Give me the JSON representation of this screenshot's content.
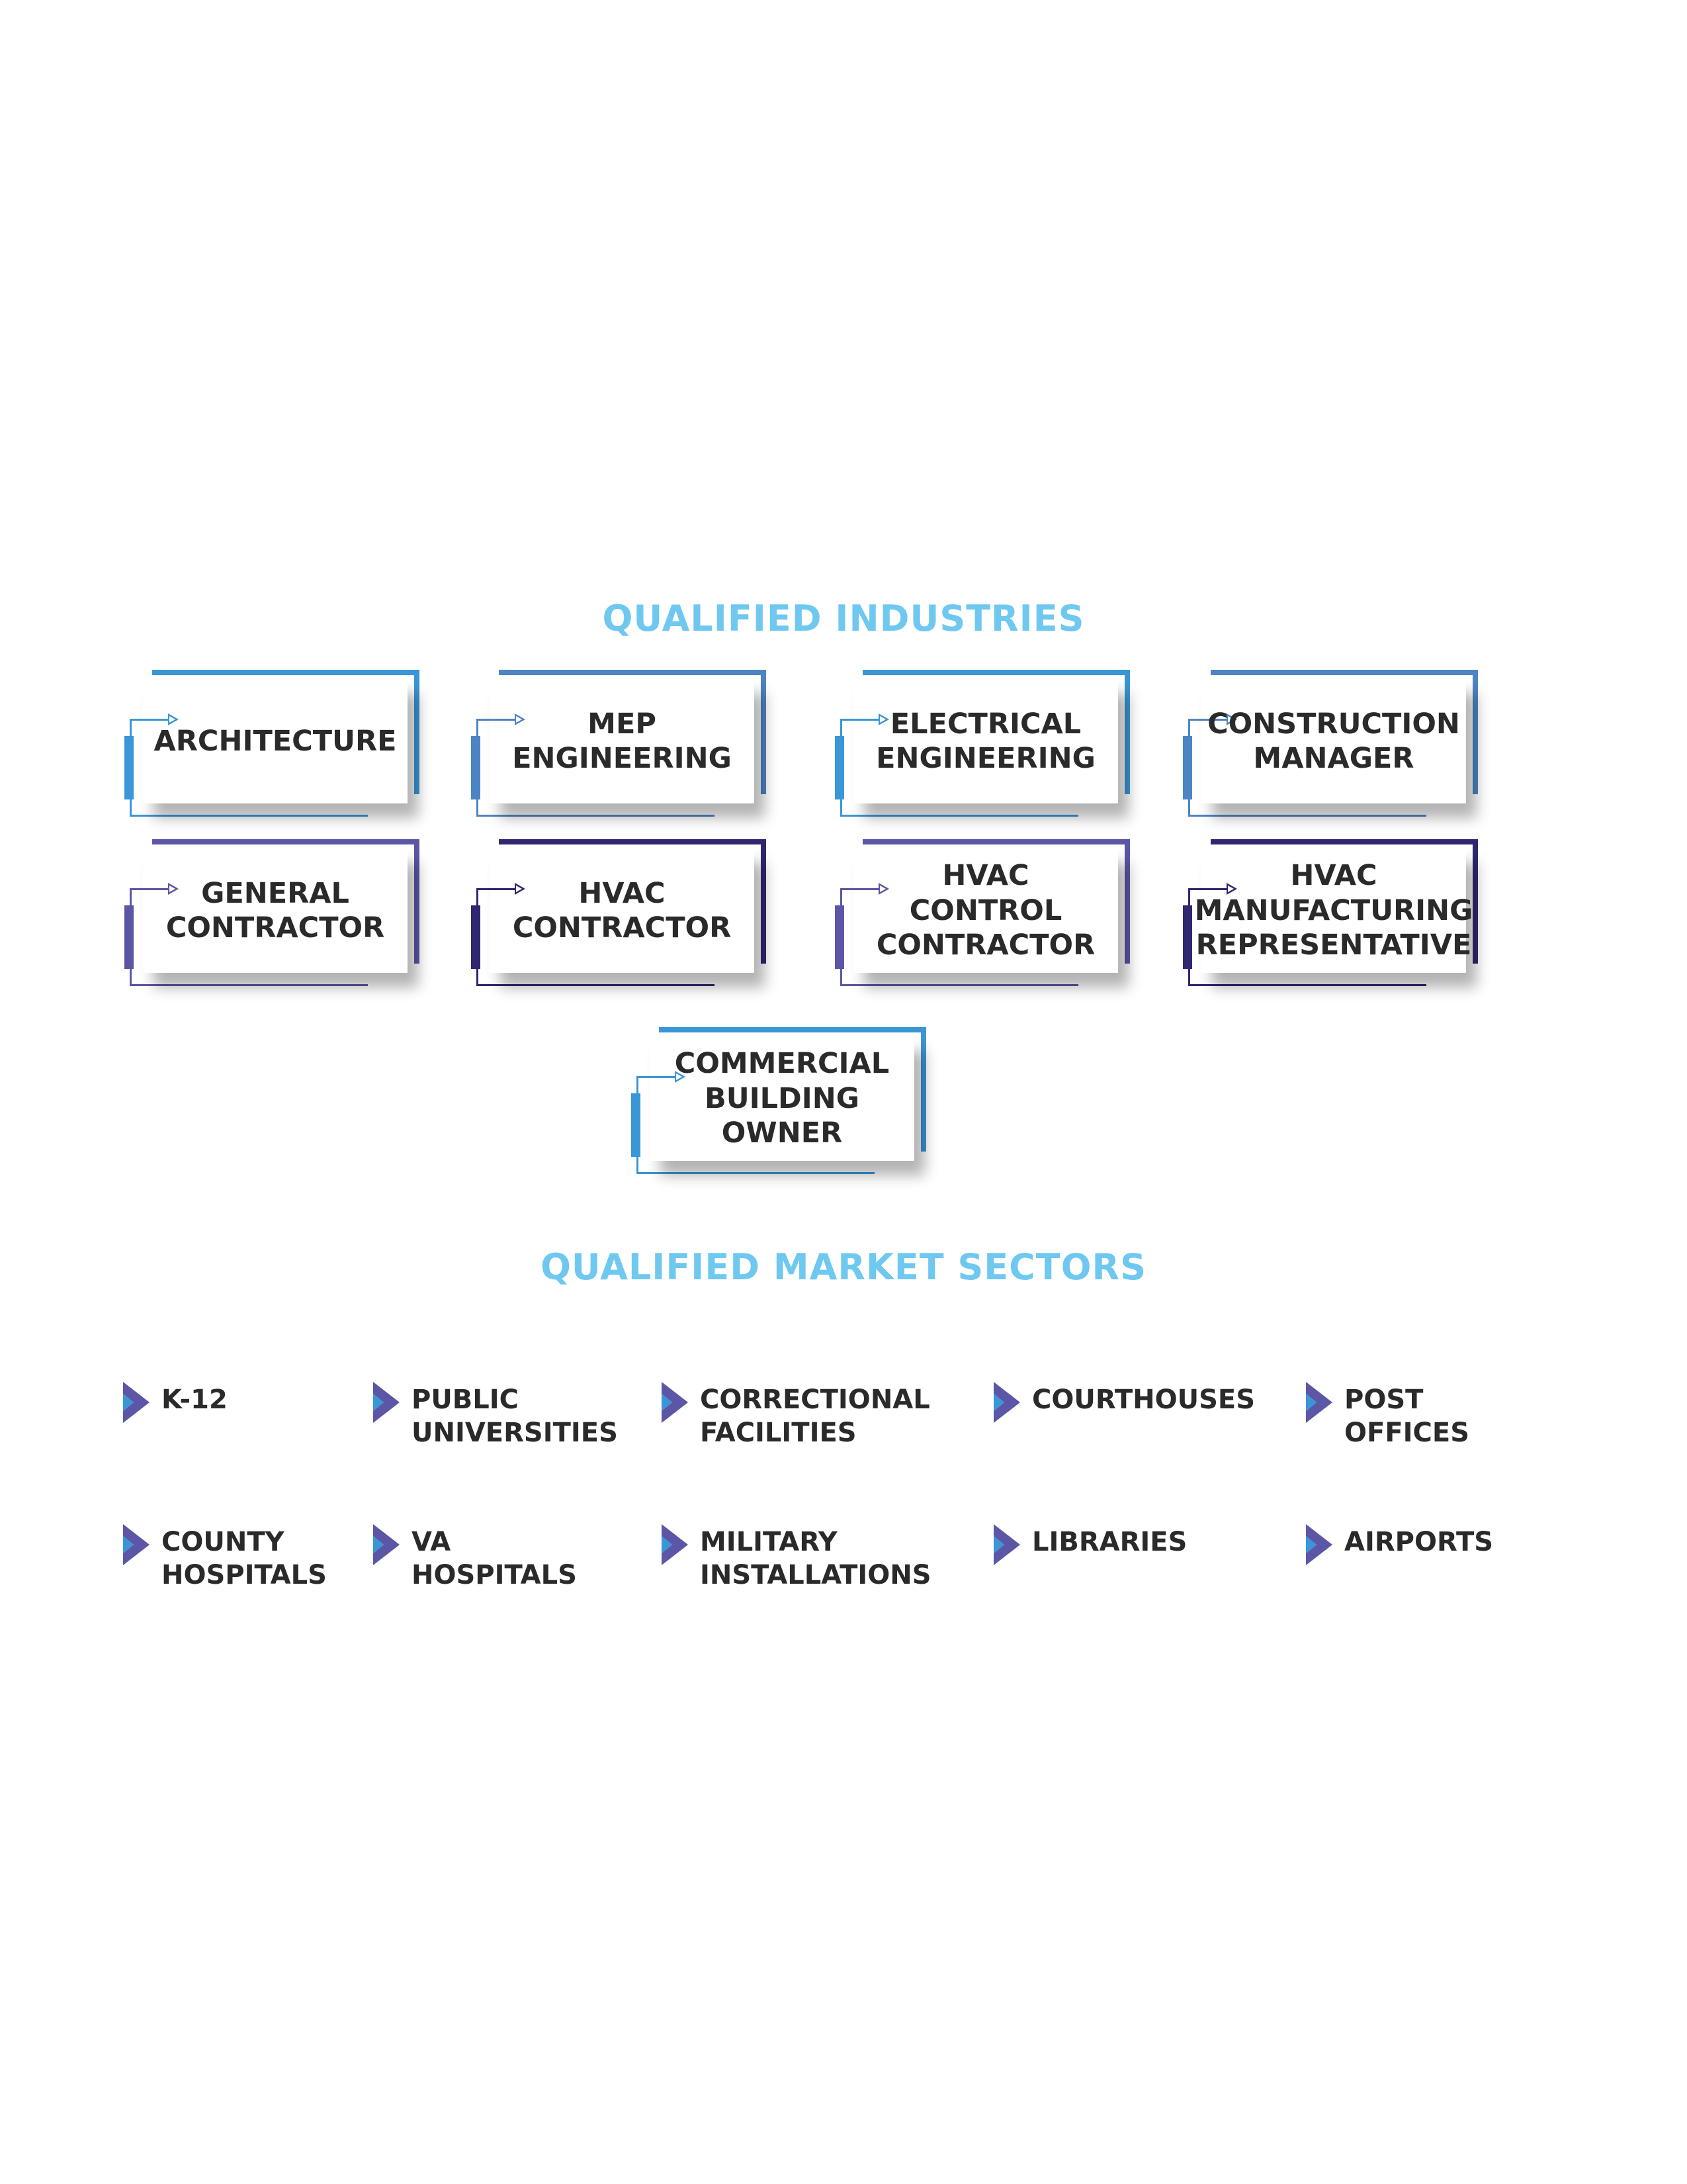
{
  "industries": {
    "title": "QUALIFIED INDUSTRIES",
    "cards": [
      {
        "label": "ARCHITECTURE",
        "color": "#3a96d6"
      },
      {
        "label": "MEP\nENGINEERING",
        "color": "#4d84c4"
      },
      {
        "label": "ELECTRICAL\nENGINEERING",
        "color": "#3a96d6"
      },
      {
        "label": "CONSTRUCTION\nMANAGER",
        "color": "#4d84c4"
      },
      {
        "label": "GENERAL\nCONTRACTOR",
        "color": "#5b57a6"
      },
      {
        "label": "HVAC\nCONTRACTOR",
        "color": "#2f2770"
      },
      {
        "label": "HVAC\nCONTROL\nCONTRACTOR",
        "color": "#5b57a6"
      },
      {
        "label": "HVAC\nMANUFACTURING\nREPRESENTATIVE",
        "color": "#2f2770"
      },
      {
        "label": "COMMERCIAL\nBUILDING\nOWNER",
        "color": "#3a96d6"
      }
    ]
  },
  "sectors": {
    "title": "QUALIFIED MARKET SECTORS",
    "items": [
      {
        "label": "K-12"
      },
      {
        "label": "PUBLIC\nUNIVERSITIES"
      },
      {
        "label": "CORRECTIONAL\nFACILITIES"
      },
      {
        "label": "COURTHOUSES"
      },
      {
        "label": "POST\nOFFICES"
      },
      {
        "label": "COUNTY\nHOSPITALS"
      },
      {
        "label": "VA\nHOSPITALS"
      },
      {
        "label": "MILITARY\nINSTALLATIONS"
      },
      {
        "label": "LIBRARIES"
      },
      {
        "label": "AIRPORTS"
      }
    ],
    "icon": "chevron-right-icon",
    "icon_colors": [
      "#3a96d6",
      "#5b57a6"
    ]
  }
}
